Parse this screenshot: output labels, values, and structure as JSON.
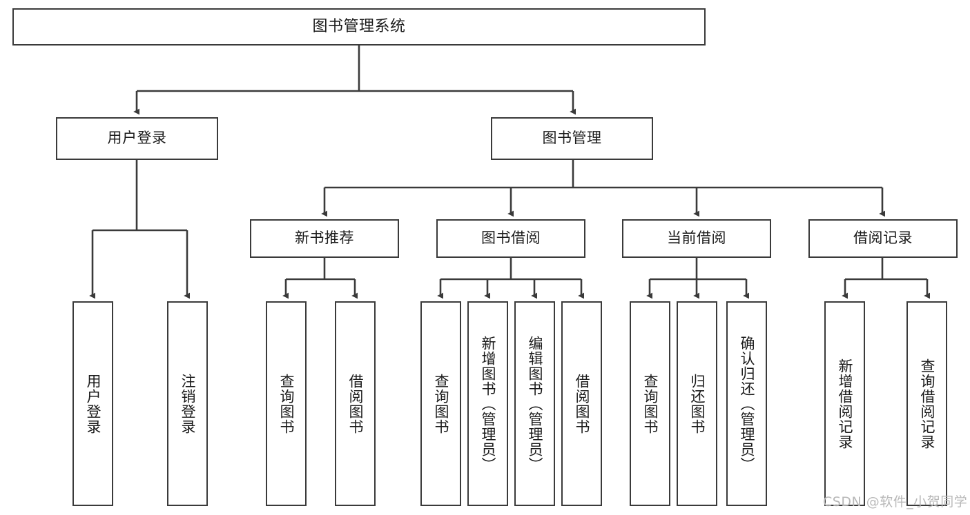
{
  "diagram": {
    "type": "tree",
    "title": "图书管理系统",
    "watermark": "CSDN @软件_小贺同学",
    "colors": {
      "node_border": "#3a3a3a",
      "node_fill": "#ffffff",
      "edge": "#3a3a3a",
      "text": "#1a1a1a",
      "watermark": "#b8b8b8"
    },
    "nodes": {
      "root": {
        "label": "图书管理系统",
        "orientation": "horizontal"
      },
      "user_login": {
        "label": "用户登录",
        "orientation": "horizontal"
      },
      "book_manage": {
        "label": "图书管理",
        "orientation": "horizontal"
      },
      "new_book_rec": {
        "label": "新书推荐",
        "orientation": "horizontal"
      },
      "book_borrow": {
        "label": "图书借阅",
        "orientation": "horizontal"
      },
      "current_borrow": {
        "label": "当前借阅",
        "orientation": "horizontal"
      },
      "borrow_record": {
        "label": "借阅记录",
        "orientation": "horizontal"
      },
      "leaf_user_login": {
        "label": "用户登录",
        "orientation": "vertical"
      },
      "leaf_logout": {
        "label": "注销登录",
        "orientation": "vertical"
      },
      "leaf_rec_query": {
        "label": "查询图书",
        "orientation": "vertical"
      },
      "leaf_rec_borrow": {
        "label": "借阅图书",
        "orientation": "vertical"
      },
      "leaf_bb_query": {
        "label": "查询图书",
        "orientation": "vertical"
      },
      "leaf_bb_add": {
        "label": "新增图书（管理员）",
        "orientation": "vertical"
      },
      "leaf_bb_edit": {
        "label": "编辑图书（管理员）",
        "orientation": "vertical"
      },
      "leaf_bb_borrow": {
        "label": "借阅图书",
        "orientation": "vertical"
      },
      "leaf_cb_query": {
        "label": "查询图书",
        "orientation": "vertical"
      },
      "leaf_cb_return": {
        "label": "归还图书",
        "orientation": "vertical"
      },
      "leaf_cb_confirm": {
        "label": "确认归还（管理员）",
        "orientation": "vertical"
      },
      "leaf_br_add": {
        "label": "新增借阅记录",
        "orientation": "vertical"
      },
      "leaf_br_query": {
        "label": "查询借阅记录",
        "orientation": "vertical"
      }
    },
    "edges": [
      {
        "from": "root",
        "to": "user_login"
      },
      {
        "from": "root",
        "to": "book_manage"
      },
      {
        "from": "book_manage",
        "to": "new_book_rec"
      },
      {
        "from": "book_manage",
        "to": "book_borrow"
      },
      {
        "from": "book_manage",
        "to": "current_borrow"
      },
      {
        "from": "book_manage",
        "to": "borrow_record"
      },
      {
        "from": "user_login",
        "to": "leaf_user_login"
      },
      {
        "from": "user_login",
        "to": "leaf_logout"
      },
      {
        "from": "new_book_rec",
        "to": "leaf_rec_query"
      },
      {
        "from": "new_book_rec",
        "to": "leaf_rec_borrow"
      },
      {
        "from": "book_borrow",
        "to": "leaf_bb_query"
      },
      {
        "from": "book_borrow",
        "to": "leaf_bb_add"
      },
      {
        "from": "book_borrow",
        "to": "leaf_bb_edit"
      },
      {
        "from": "book_borrow",
        "to": "leaf_bb_borrow"
      },
      {
        "from": "current_borrow",
        "to": "leaf_cb_query"
      },
      {
        "from": "current_borrow",
        "to": "leaf_cb_return"
      },
      {
        "from": "current_borrow",
        "to": "leaf_cb_confirm"
      },
      {
        "from": "borrow_record",
        "to": "leaf_br_add"
      },
      {
        "from": "borrow_record",
        "to": "leaf_br_query"
      }
    ]
  }
}
